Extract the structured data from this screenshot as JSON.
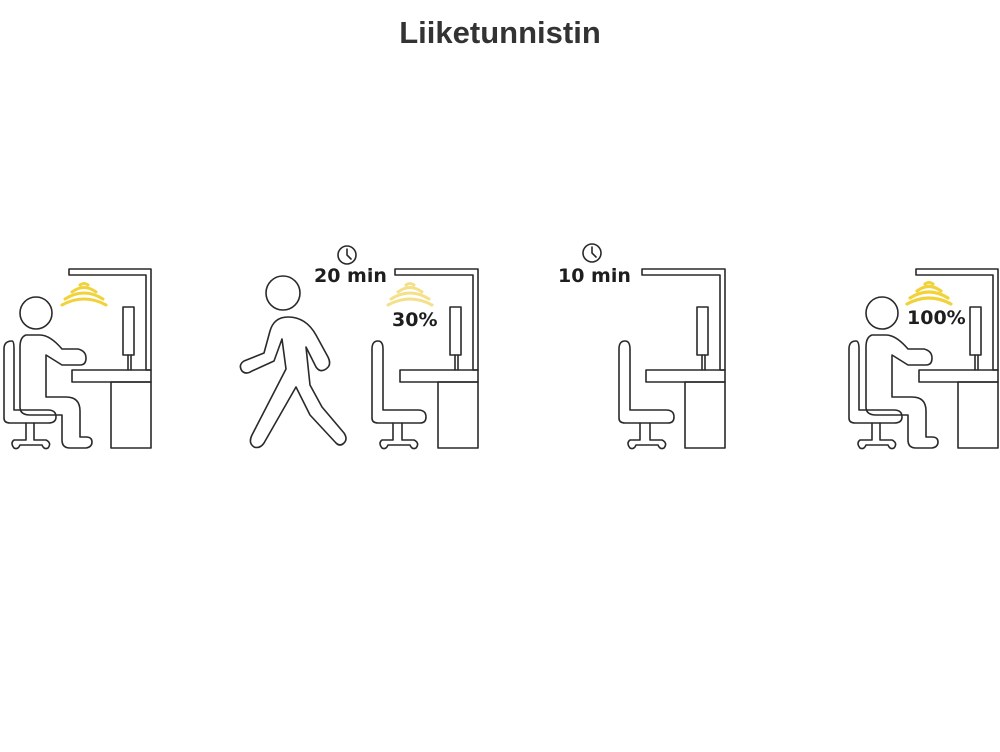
{
  "title": "Liiketunnistin",
  "colors": {
    "sensor_wave": "#f2d23a",
    "sensor_wave_dim": "#f5e08a",
    "line": "#2a2a2a"
  },
  "scenes": [
    {
      "state": "occupied",
      "person": "seated",
      "light": "on",
      "timer": null,
      "level": null
    },
    {
      "state": "person-leaving",
      "person": "walking",
      "light": "dimmed",
      "timer": "20 min",
      "level": "30%"
    },
    {
      "state": "empty",
      "person": "none",
      "light": "off",
      "timer": "10 min",
      "level": null
    },
    {
      "state": "returned",
      "person": "seated",
      "light": "full",
      "timer": null,
      "level": "100%"
    }
  ]
}
